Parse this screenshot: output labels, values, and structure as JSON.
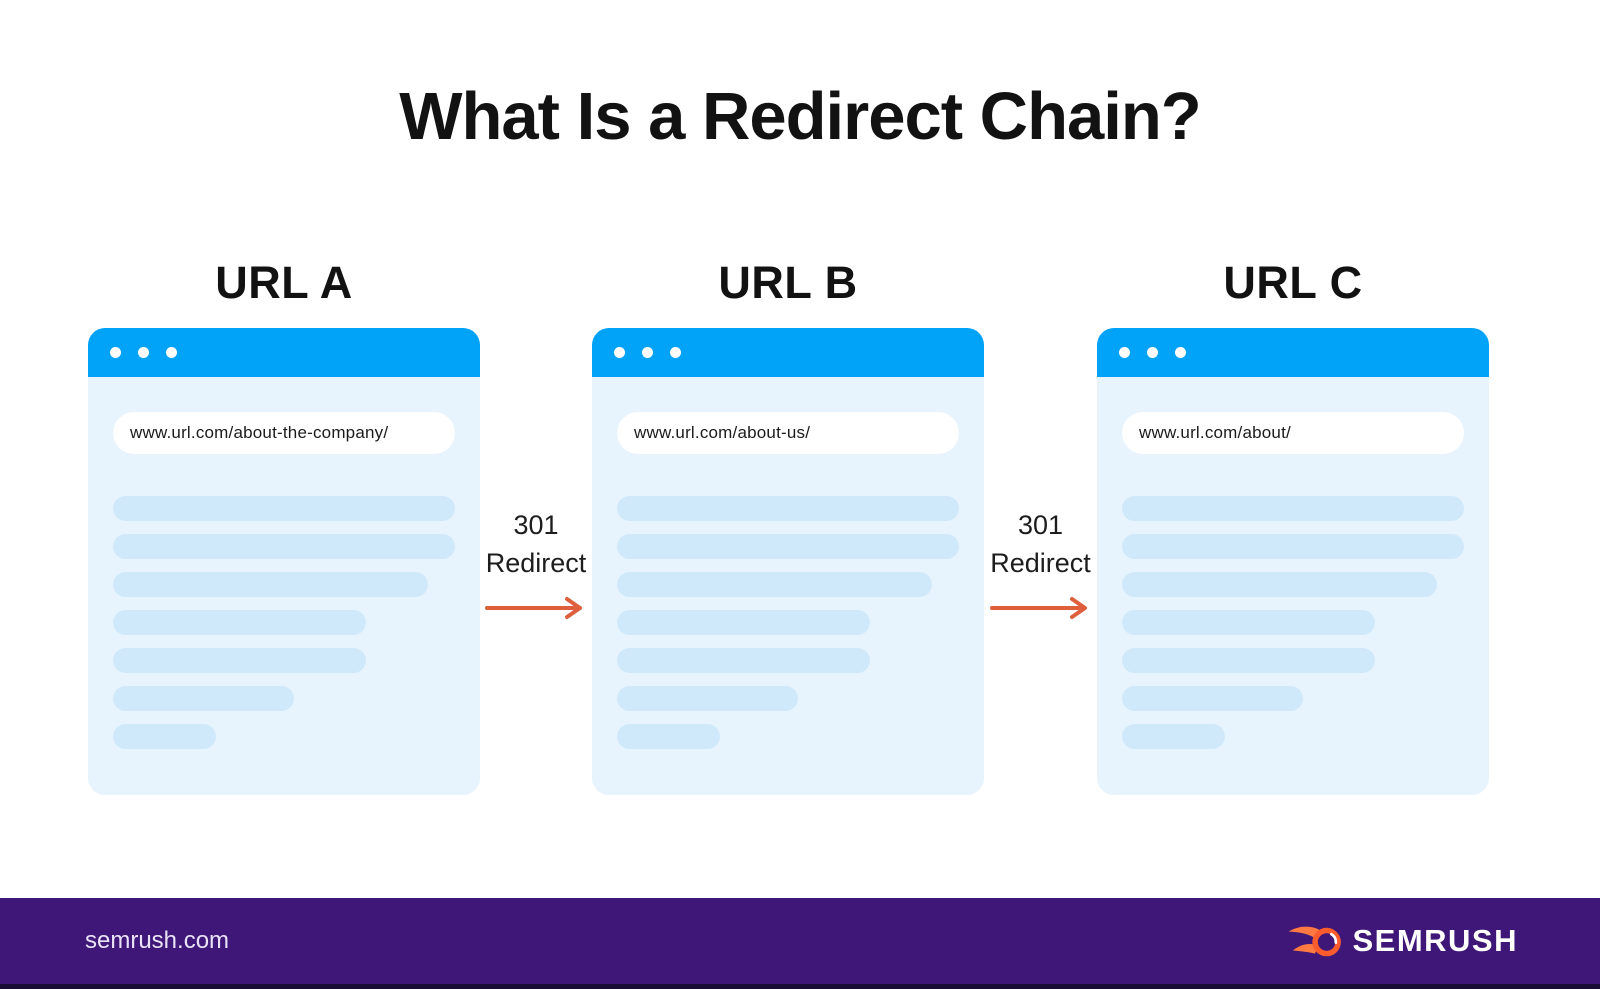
{
  "title": "What Is a Redirect Chain?",
  "browsers": [
    {
      "label": "URL A",
      "url": "www.url.com/about-the-company/",
      "content_lines_pct": [
        100,
        100,
        92,
        74,
        74,
        53,
        30
      ]
    },
    {
      "label": "URL B",
      "url": "www.url.com/about-us/",
      "content_lines_pct": [
        100,
        100,
        92,
        74,
        74,
        53,
        30
      ]
    },
    {
      "label": "URL C",
      "url": "www.url.com/about/",
      "content_lines_pct": [
        100,
        100,
        92,
        74,
        74,
        53,
        30
      ]
    }
  ],
  "redirects": [
    {
      "code": "301",
      "label": "Redirect"
    },
    {
      "code": "301",
      "label": "Redirect"
    }
  ],
  "footer": {
    "website": "semrush.com",
    "brand": "SEMRUSH"
  },
  "icons": {
    "window_controls": "window-control-dots",
    "redirect_arrow": "right-arrow-icon",
    "brand_mark": "semrush-flame-icon"
  },
  "colors": {
    "header-blue": "#00a3f7",
    "window-body": "#e7f4fd",
    "content-line": "#cfe9fb",
    "arrow-orange": "#dd5f3c",
    "footer-purple": "#3e1778",
    "footer-strip": "#1a0d35",
    "text-dark": "#121212",
    "footer-text": "#eae3f7",
    "logo-orange": "#ff5c2e"
  }
}
